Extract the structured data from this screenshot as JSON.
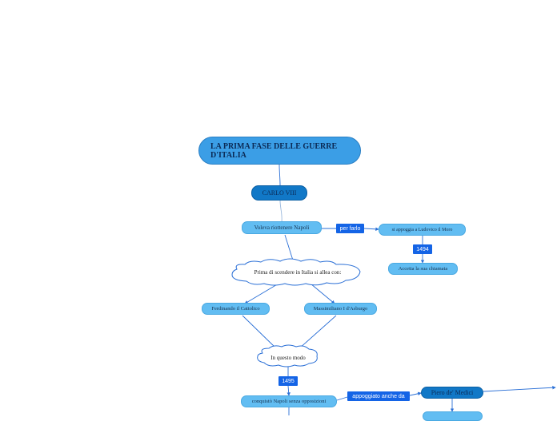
{
  "title": "LA PRIMA FASE DELLE GUERRE D'ITALIA",
  "nodes": {
    "carlo": "CARLO VIII",
    "voleva": "Voleva riottenere Napoli",
    "appoggia": "si appoggia a Ludovico il Moro",
    "accetta": "Accetta la sua chiamata",
    "prima": "Prima di scendere in Italia si allea con:",
    "ferdinando": "Ferdinando il Cattolico",
    "massimiliano": "Massimiliano I d'Asburgo",
    "modo": "In questo modo",
    "conquisto": "conquistò Napoli senza opposizioni",
    "piero": "Piero de' Medici"
  },
  "tags": {
    "per_farlo": "per farlo",
    "anno_1494": "1494",
    "anno_1495": "1495",
    "appoggiato": "appoggiato anche da"
  },
  "colors": {
    "root": "#3b9ee6",
    "dark_node": "#1178c7",
    "light_node": "#62bdf2",
    "tag": "#1464e6",
    "line": "#2a6fd6"
  }
}
